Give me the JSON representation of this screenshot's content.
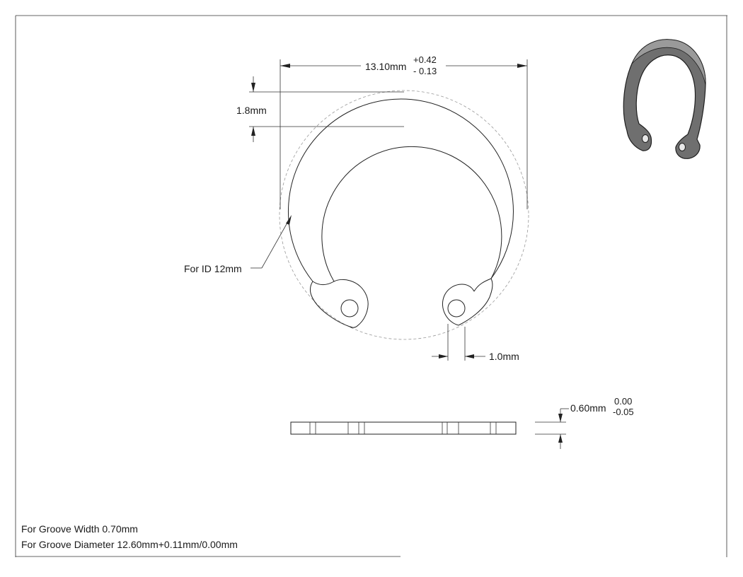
{
  "drawing": {
    "dimensions": {
      "outer_diameter": {
        "value": "13.10mm",
        "tol_plus": "+0.42",
        "tol_minus": "- 0.13"
      },
      "radial_width": "1.8mm",
      "tip_gap": "1.0mm",
      "thickness": {
        "value": "0.60mm",
        "tol_plus": "0.00",
        "tol_minus": "-0.05"
      }
    },
    "callout": "For ID 12mm",
    "notes": {
      "groove_width": "For Groove Width 0.70mm",
      "groove_diameter": "For Groove Diameter 12.60mm+0.11mm/0.00mm"
    }
  }
}
